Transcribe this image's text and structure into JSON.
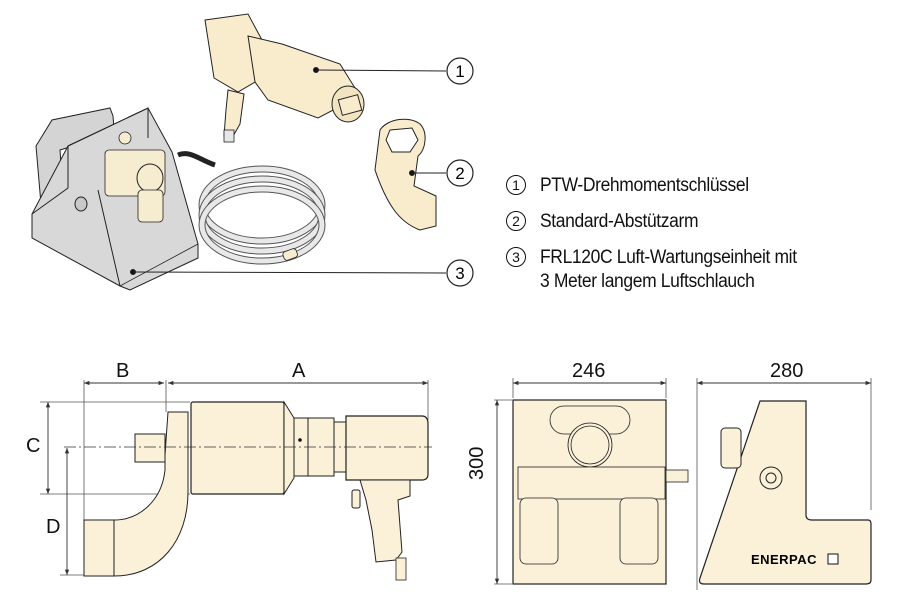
{
  "callouts": [
    {
      "number": "1",
      "label": "PTW-Drehmomentschlüssel"
    },
    {
      "number": "2",
      "label": "Standard-Abstützarm"
    },
    {
      "number": "3",
      "label": "FRL120C Luft-Wartungseinheit mit",
      "label_line2": "3 Meter langem Luftschlauch"
    }
  ],
  "dimensions": {
    "tool_side_view": {
      "A": "A",
      "B": "B",
      "C": "C",
      "D": "D"
    },
    "frl_front_width": "246",
    "frl_height": "300",
    "frl_side_width": "280"
  },
  "brand": "ENERPAC",
  "colors": {
    "part_fill": "#fbf0d8",
    "stand_fill": "#d6d6d6",
    "line": "#222222",
    "dim_line": "#555555"
  }
}
